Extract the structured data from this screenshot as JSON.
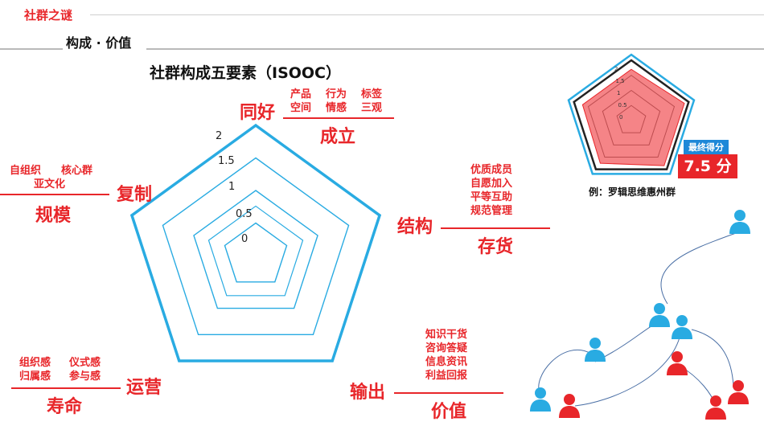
{
  "header": {
    "brand": "社群之谜",
    "section": "构成 · 价值"
  },
  "diagram": {
    "title": "社群构成五要素（ISOOC）",
    "ticks": [
      "2",
      "1.5",
      "1",
      "0.5",
      "0"
    ],
    "axes": [
      {
        "name": "同好",
        "result": "成立",
        "items": [
          "产品",
          "行为",
          "标签",
          "空间",
          "情感",
          "三观"
        ]
      },
      {
        "name": "结构",
        "result": "存货",
        "items": [
          "优质成员",
          "自愿加入",
          "平等互助",
          "规范管理"
        ]
      },
      {
        "name": "输出",
        "result": "价值",
        "items": [
          "知识干货",
          "咨询答疑",
          "信息资讯",
          "利益回报"
        ]
      },
      {
        "name": "运营",
        "result": "寿命",
        "items": [
          "组织感",
          "仪式感",
          "归属感",
          "参与感"
        ]
      },
      {
        "name": "复制",
        "result": "规模",
        "items": [
          "自组织",
          "核心群",
          "亚文化"
        ]
      }
    ]
  },
  "example": {
    "ticks": [
      "2",
      "1.5",
      "1",
      "0.5",
      "0"
    ],
    "score_label": "最终得分",
    "score_value": "7.5 分",
    "caption": "例：罗辑思维惠州群",
    "scores": [
      1.7,
      1.85,
      1.85,
      1.75,
      1.7
    ],
    "max": 2
  },
  "colors": {
    "accent": "#e8262a",
    "line": "#29abe2",
    "people_blue": "#29abe2",
    "people_red": "#e8262a"
  }
}
